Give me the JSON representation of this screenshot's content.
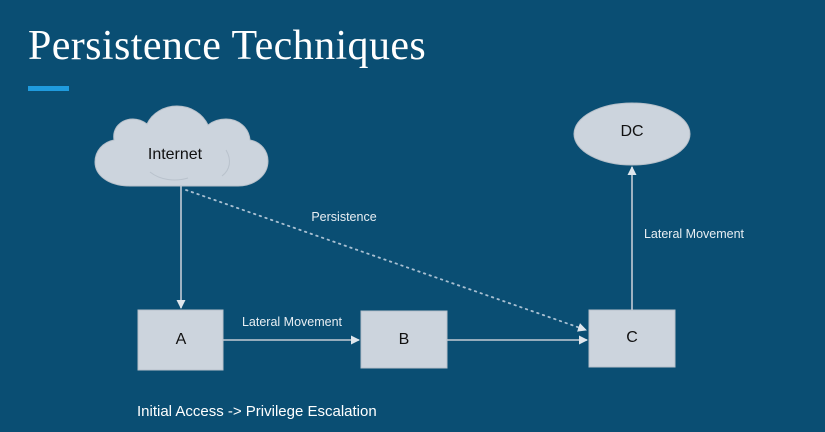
{
  "slide": {
    "title": "Persistence Techniques",
    "background_color": "#0a4e73",
    "accent_color": "#1f9bde",
    "caption": "Initial Access -> Privilege Escalation"
  },
  "diagram": {
    "nodes": [
      {
        "id": "internet",
        "label": "Internet",
        "shape": "cloud",
        "fill": "#ccd4dd"
      },
      {
        "id": "dc",
        "label": "DC",
        "shape": "ellipse",
        "fill": "#ccd4dd"
      },
      {
        "id": "a",
        "label": "A",
        "shape": "rect",
        "fill": "#ccd4dd"
      },
      {
        "id": "b",
        "label": "B",
        "shape": "rect",
        "fill": "#ccd4dd"
      },
      {
        "id": "c",
        "label": "C",
        "shape": "rect",
        "fill": "#ccd4dd"
      }
    ],
    "edges": [
      {
        "id": "internet-to-a",
        "from": "internet",
        "to": "a",
        "label": "",
        "style": "solid"
      },
      {
        "id": "internet-to-c",
        "from": "internet",
        "to": "c",
        "label": "Persistence",
        "style": "dotted"
      },
      {
        "id": "a-to-b",
        "from": "a",
        "to": "b",
        "label": "Lateral Movement",
        "style": "solid"
      },
      {
        "id": "b-to-c",
        "from": "b",
        "to": "c",
        "label": "",
        "style": "solid"
      },
      {
        "id": "c-to-dc",
        "from": "c",
        "to": "dc",
        "label": "Lateral Movement",
        "style": "solid"
      }
    ],
    "edge_labels": {
      "persistence": "Persistence",
      "lateral_movement_ab": "Lateral Movement",
      "lateral_movement_cdc": "Lateral Movement"
    }
  }
}
